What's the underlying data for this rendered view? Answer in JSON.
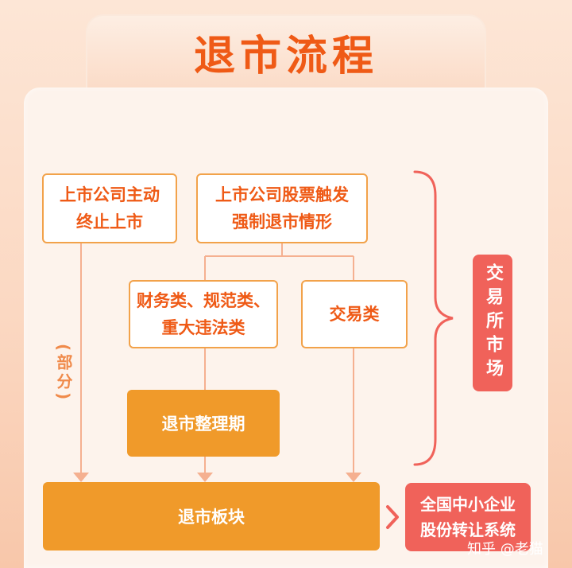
{
  "title": "退市流程",
  "nodes": {
    "voluntary": "上市公司主动\n终止上市",
    "forced": "上市公司股票触发\n强制退市情形",
    "financial": "财务类、规范类、\n重大违法类",
    "trading": "交易类",
    "rectify": "退市整理期",
    "delist_board": "退市板块",
    "neeq": "全国中小企业\n股份转让系统"
  },
  "labels": {
    "partial": "(部分)",
    "exchange_market": "交易所市场"
  },
  "watermark": "知乎 @老猫",
  "colors": {
    "accent": "#ef5a16",
    "border": "#f2a24a",
    "fill": "#f09a2a",
    "red": "#f0625a",
    "line": "#f5b090"
  }
}
